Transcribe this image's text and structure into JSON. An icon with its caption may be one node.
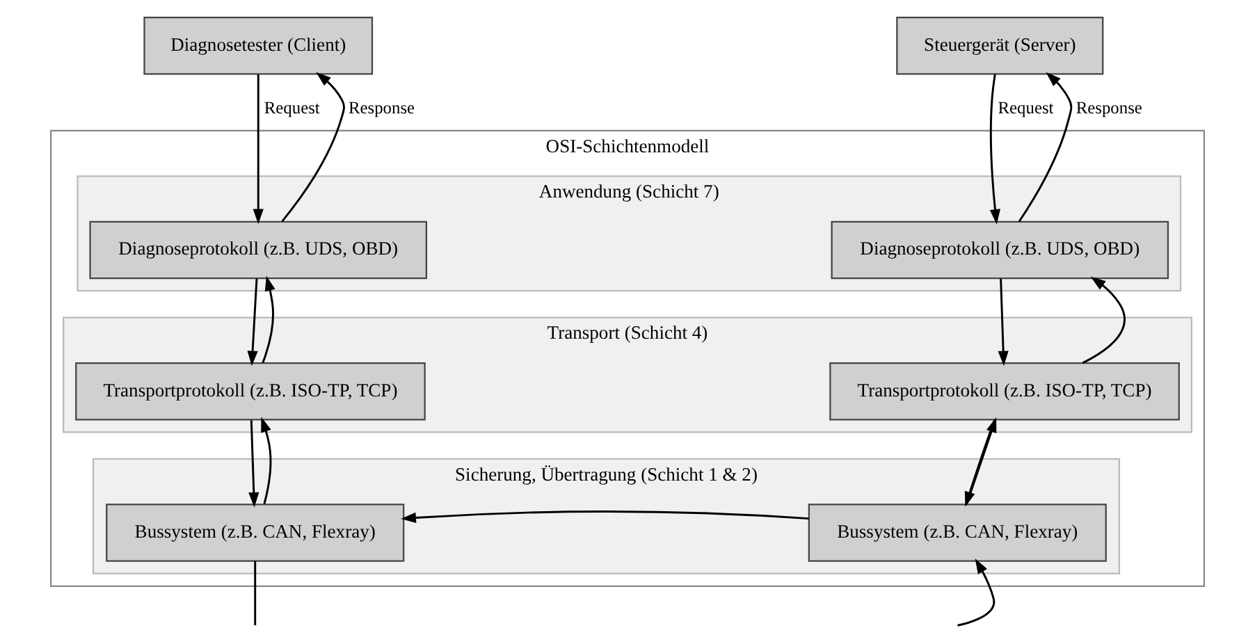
{
  "diagram": {
    "nodes": [
      {
        "text": [
          "Diagnosetester (Client)"
        ]
      },
      {
        "text": [
          "Steuergerät (Server)"
        ]
      },
      {
        "text": [
          "OSI-Schichtenmodell"
        ]
      },
      {
        "text": [
          "Anwendung (Schicht 7)"
        ],
        "in": 2
      },
      {
        "text": [
          "Diagnoseprotokoll (z.B. UDS, OBD)"
        ],
        "in": 3
      },
      {
        "text": [
          "Diagnoseprotokoll (z.B. UDS, OBD)"
        ],
        "in": 3
      },
      {
        "text": [
          "Transport (Schicht 4)"
        ],
        "in": 2
      },
      {
        "text": [
          "Transportprotokoll (z.B. ISO-TP, TCP)"
        ],
        "in": 6
      },
      {
        "text": [
          "Transportprotokoll (z.B. ISO-TP, TCP)"
        ],
        "in": 6
      },
      {
        "text": [
          "Sicherung, Übertragung (Schicht 1 & 2)"
        ],
        "in": 2
      },
      {
        "text": [
          "Bussystem (z.B. CAN, Flexray)"
        ],
        "in": 9
      },
      {
        "text": [
          "Bussystem (z.B. CAN, Flexray)"
        ],
        "in": 9
      }
    ],
    "edges": [
      {
        "from": 0,
        "to": 4,
        "arrow": "to",
        "label": "Request"
      },
      {
        "from": 4,
        "to": 0,
        "arrow": "to",
        "label": "Response"
      },
      {
        "from": 1,
        "to": 5,
        "arrow": "to",
        "label": "Request"
      },
      {
        "from": 5,
        "to": 1,
        "arrow": "to",
        "label": "Response"
      },
      {
        "from": 4,
        "to": 7,
        "arrow": "to"
      },
      {
        "from": 7,
        "to": 4,
        "arrow": "to"
      },
      {
        "from": 5,
        "to": 8,
        "arrow": "to"
      },
      {
        "from": 8,
        "to": 5,
        "arrow": "to"
      },
      {
        "from": 7,
        "to": 10,
        "arrow": "to"
      },
      {
        "from": 10,
        "to": 7,
        "arrow": "to"
      },
      {
        "from": 8,
        "to": 11,
        "arrow": "to"
      },
      {
        "from": 11,
        "to": 8,
        "arrow": "to"
      },
      {
        "from": 11,
        "to": 10,
        "arrow": "to"
      },
      {
        "from": 10,
        "to": null,
        "arrow": "none"
      },
      {
        "from": null,
        "to": 11,
        "arrow": "to"
      }
    ]
  }
}
